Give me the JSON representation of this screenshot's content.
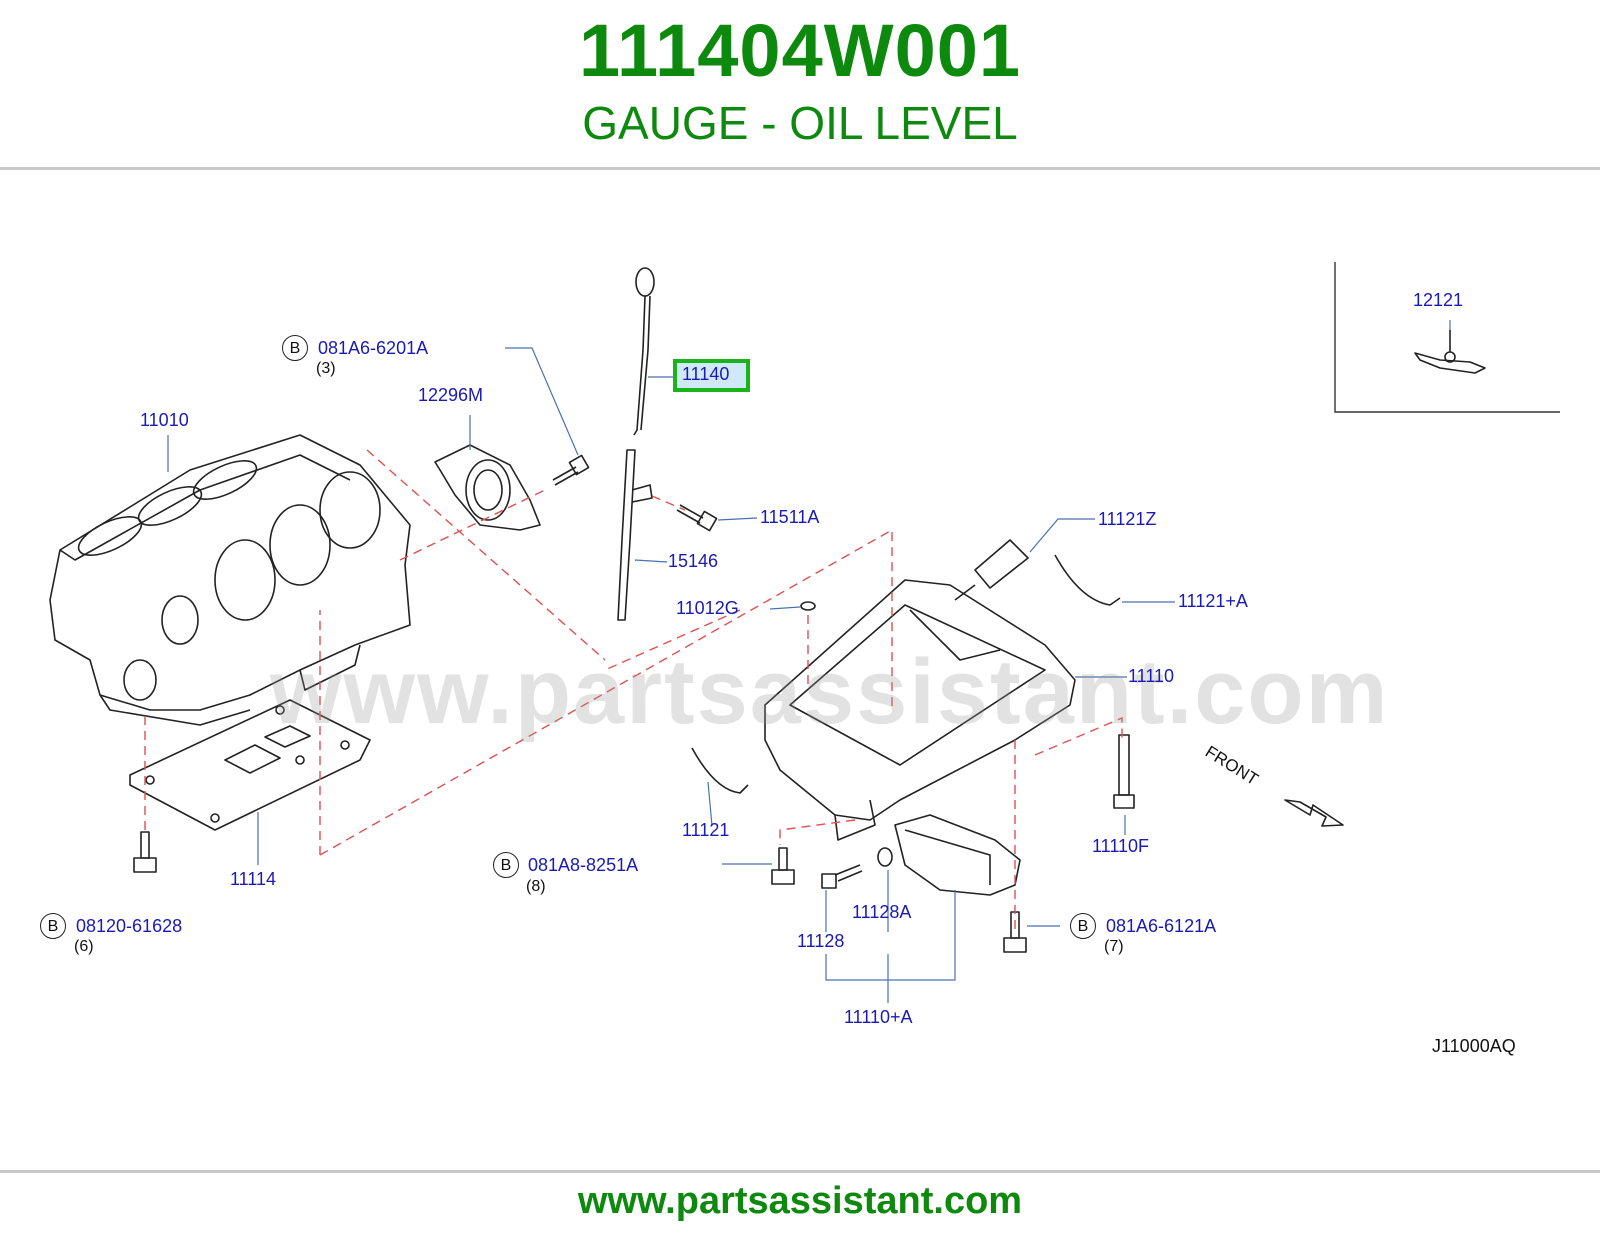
{
  "header": {
    "part_number": "111404W001",
    "part_name": "GAUGE - OIL LEVEL"
  },
  "callouts": {
    "c11010": "11010",
    "c11114": "11114",
    "c12296M": "12296M",
    "c11140": "11140",
    "c15146": "15146",
    "c11511A": "11511A",
    "c11012G": "11012G",
    "c11121Z": "11121Z",
    "c11121A": "11121+A",
    "c11110": "11110",
    "c11121": "11121",
    "c11110F": "11110F",
    "c11128": "11128",
    "c11128A": "11128A",
    "c11110A": "11110+A",
    "c12121": "12121"
  },
  "bolts": {
    "b1": {
      "mark": "B",
      "code": "081A6-6201A",
      "qty": "(3)"
    },
    "b2": {
      "mark": "B",
      "code": "08120-61628",
      "qty": "(6)"
    },
    "b3": {
      "mark": "B",
      "code": "081A8-8251A",
      "qty": "(8)"
    },
    "b4": {
      "mark": "B",
      "code": "081A6-6121A",
      "qty": "(7)"
    }
  },
  "front_label": "FRONT",
  "diagram_code": "J11000AQ",
  "watermark": "www.partsassistant.com",
  "footer": {
    "url": "www.partsassistant.com"
  },
  "colors": {
    "brand_green": "#0d8a0d",
    "callout_blue": "#1a1ab4",
    "highlight_border": "#19b419",
    "highlight_fill": "#cfe9f9",
    "dash_red": "#e05050"
  }
}
